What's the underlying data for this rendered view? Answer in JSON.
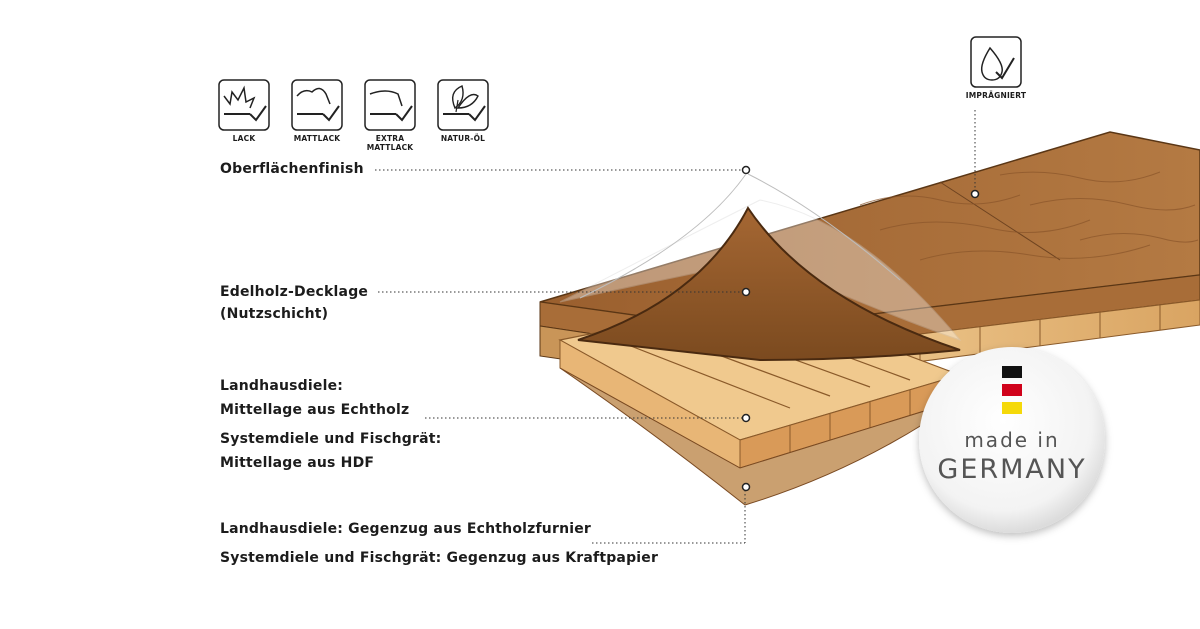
{
  "finishes": [
    {
      "label": "LACK",
      "icon": "lacquer-shine-icon"
    },
    {
      "label": "MATTLACK",
      "icon": "matte-lacquer-icon"
    },
    {
      "label": "EXTRA MATTLACK",
      "icon": "extra-matte-lacquer-icon"
    },
    {
      "label": "NATUR-ÖL",
      "icon": "natural-oil-leaf-icon"
    }
  ],
  "impregnated": {
    "label": "IMPRÄGNIERT",
    "icon": "water-drop-check-icon"
  },
  "layers": {
    "surface": "Oberflächenfinish",
    "top_line1": "Edelholz-Decklage",
    "top_line2": "(Nutzschicht)",
    "middle_line1": "Landhausdiele:",
    "middle_line2": "Mittellage aus Echtholz",
    "middle_line3": "Systemdiele und Fischgrät:",
    "middle_line4": "Mittellage aus HDF",
    "bottom_line1": "Landhausdiele: Gegenzug aus Echtholzfurnier",
    "bottom_line2": "Systemdiele und Fischgrät: Gegenzug aus Kraftpapier"
  },
  "badge": {
    "line1": "made in",
    "line2": "GERMANY",
    "flag_colors": [
      "#111111",
      "#d0021b",
      "#f5d90a"
    ]
  },
  "colors": {
    "wood_top": "#b07640",
    "wood_dark": "#7a4a22",
    "wood_light": "#e9b878",
    "leader": "#333333"
  }
}
